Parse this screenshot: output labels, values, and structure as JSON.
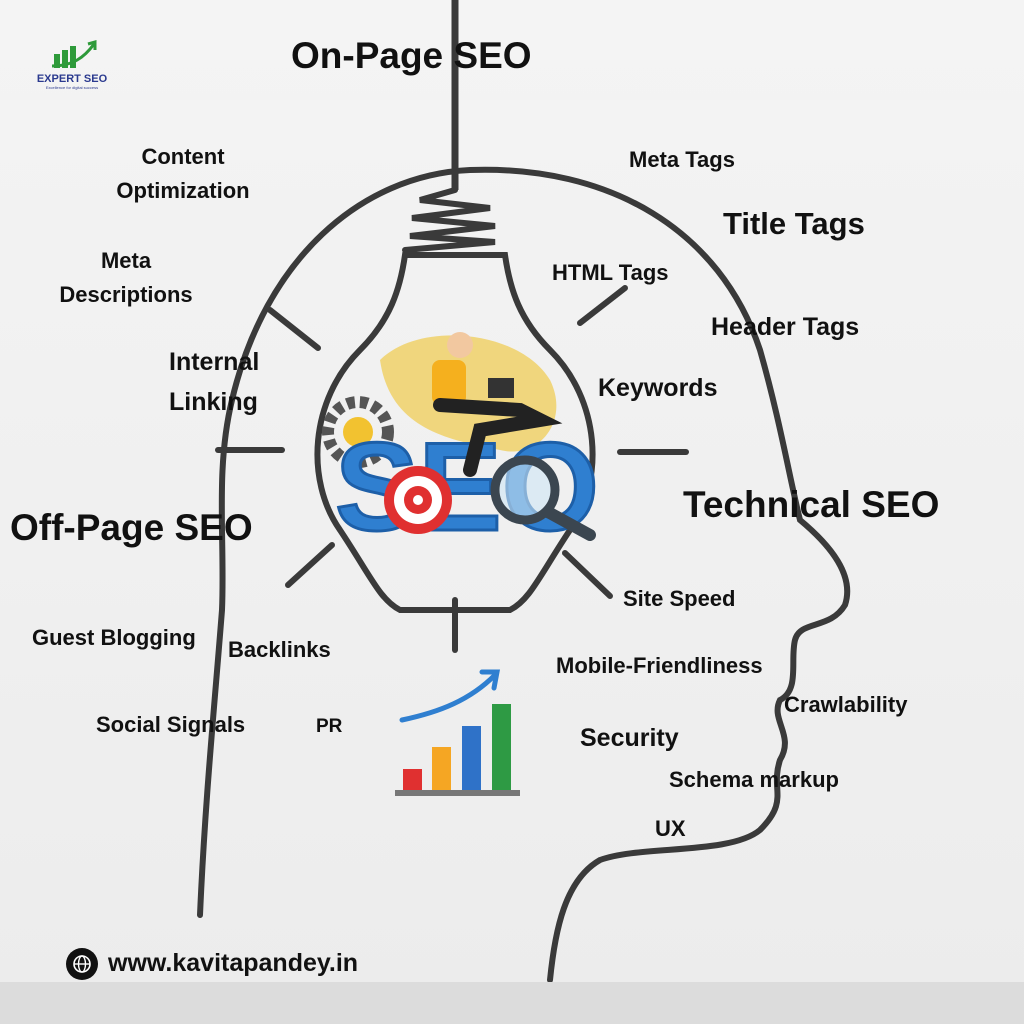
{
  "logo": {
    "name": "EXPERT SEO",
    "tagline": "Excellence for digital success"
  },
  "center_graphic": {
    "text": "SEO"
  },
  "headings": {
    "on_page": "On-Page SEO",
    "off_page": "Off-Page SEO",
    "technical": "Technical SEO"
  },
  "on_page_items": {
    "content_1": "Content",
    "content_2": "Optimization",
    "meta_tags": "Meta Tags",
    "title_tags": "Title Tags",
    "meta_desc_1": "Meta",
    "meta_desc_2": "Descriptions",
    "html_tags": "HTML Tags",
    "header_tags": "Header Tags",
    "internal_1": "Internal",
    "internal_2": "Linking",
    "keywords": "Keywords"
  },
  "off_page_items": {
    "guest": "Guest Blogging",
    "backlinks": "Backlinks",
    "social": "Social Signals",
    "pr": "PR"
  },
  "technical_items": {
    "speed": "Site Speed",
    "mobile": "Mobile-Friendliness",
    "crawl": "Crawlability",
    "security": "Security",
    "schema": "Schema markup",
    "ux": "UX"
  },
  "footer": {
    "website": "www.kavitapandey.in",
    "icon": "globe-icon"
  },
  "colors": {
    "outline": "#3a3a3a",
    "seo_blue": "#2f7fd0",
    "bar_red": "#e03030",
    "bar_orange": "#f5a623",
    "bar_blue": "#2f72c8",
    "bar_green": "#2e9a44",
    "logo_green": "#2e9a3a",
    "logo_navy": "#2b3a8f"
  }
}
